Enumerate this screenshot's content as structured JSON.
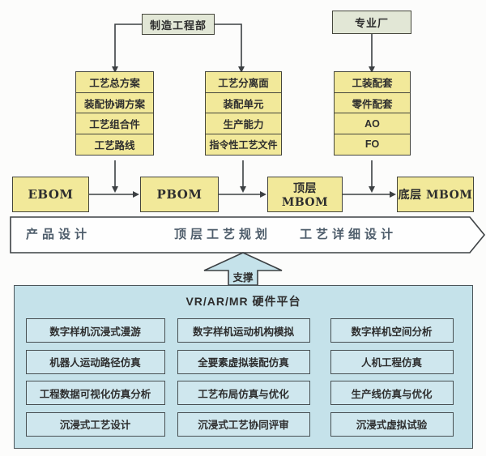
{
  "colors": {
    "box_yellow": "#f2e99a",
    "box_sage": "#e2e7d6",
    "panel_blue": "#c5e2ea",
    "cap_blue": "#cfe7ee",
    "line": "#3c4043",
    "band_fill": "#fefefe",
    "band_text": "#4e5d6b"
  },
  "top": {
    "dept": "制造工程部",
    "factory": "专业厂"
  },
  "stacks": {
    "left": [
      "工艺总方案",
      "装配协调方案",
      "工艺组合件",
      "工艺路线"
    ],
    "middle": [
      "工艺分离面",
      "装配单元",
      "生产能力",
      "指令性工艺文件"
    ],
    "right": [
      "工装配套",
      "零件配套",
      "AO",
      "FO"
    ]
  },
  "bom_row": [
    "EBOM",
    "PBOM",
    "顶层 MBOM",
    "底层 MBOM"
  ],
  "phase_band": [
    "产品设计",
    "顶层工艺规划",
    "工艺详细设计"
  ],
  "support_label": "支撑",
  "platform": {
    "title": "VR/AR/MR 硬件平台",
    "capabilities": [
      [
        "数字样机沉浸式漫游",
        "数字样机运动机构模拟",
        "数字样机空间分析"
      ],
      [
        "机器人运动路径仿真",
        "全要素虚拟装配仿真",
        "人机工程仿真"
      ],
      [
        "工程数据可视化仿真分析",
        "工艺布局仿真与优化",
        "生产线仿真与优化"
      ],
      [
        "沉浸式工艺设计",
        "沉浸式工艺协同评审",
        "沉浸式虚拟试验"
      ]
    ]
  }
}
